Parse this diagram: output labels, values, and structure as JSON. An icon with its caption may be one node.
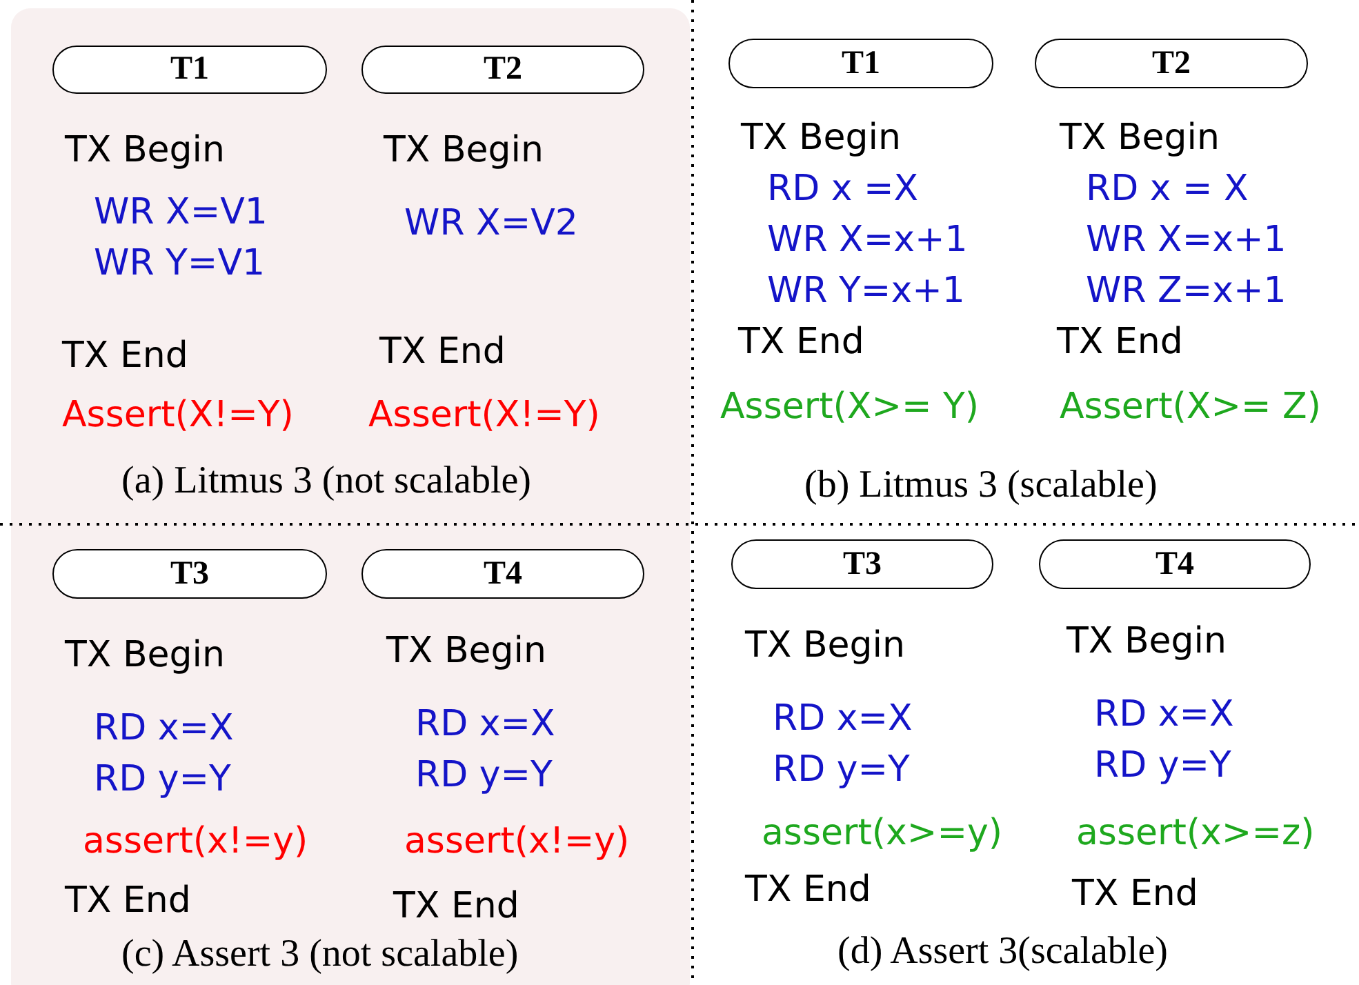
{
  "diagram": {
    "nodes": [
      {
        "text": [
          "T1"
        ]
      },
      {
        "text": [
          "T2"
        ]
      },
      {
        "text": [
          "T1"
        ]
      },
      {
        "text": [
          "T2"
        ]
      },
      {
        "text": [
          "T3"
        ]
      },
      {
        "text": [
          "T4"
        ]
      },
      {
        "text": [
          "T3"
        ]
      },
      {
        "text": [
          "T4"
        ]
      }
    ],
    "edges": [],
    "labels": [
      "TX Begin",
      "WR X=V1",
      "WR Y=V1",
      "TX End",
      "Assert(X!=Y)",
      "TX Begin",
      "WR X=V2",
      "TX End",
      "Assert(X!=Y)",
      "(a) Litmus 3 (not scalable)",
      "TX Begin",
      "RD x =X",
      "WR X=x+1",
      "WR Y=x+1",
      "TX End",
      "Assert(X>= Y)",
      "TX Begin",
      "RD x = X",
      "WR X=x+1",
      "WR Z=x+1",
      "TX End",
      "Assert(X>= Z)",
      "(b) Litmus 3 (scalable)",
      "TX Begin",
      "RD x=X",
      "RD y=Y",
      "assert(x!=y)",
      "TX End",
      "TX Begin",
      "RD x=X",
      "RD y=Y",
      "assert(x!=y)",
      "TX End",
      "(c) Assert 3 (not scalable)",
      "TX Begin",
      "RD x=X",
      "RD y=Y",
      "assert(x>=y)",
      "TX End",
      "TX Begin",
      "RD x=X",
      "RD y=Y",
      "assert(x>=z)",
      "TX End",
      "(d) Assert 3(scalable)"
    ]
  }
}
